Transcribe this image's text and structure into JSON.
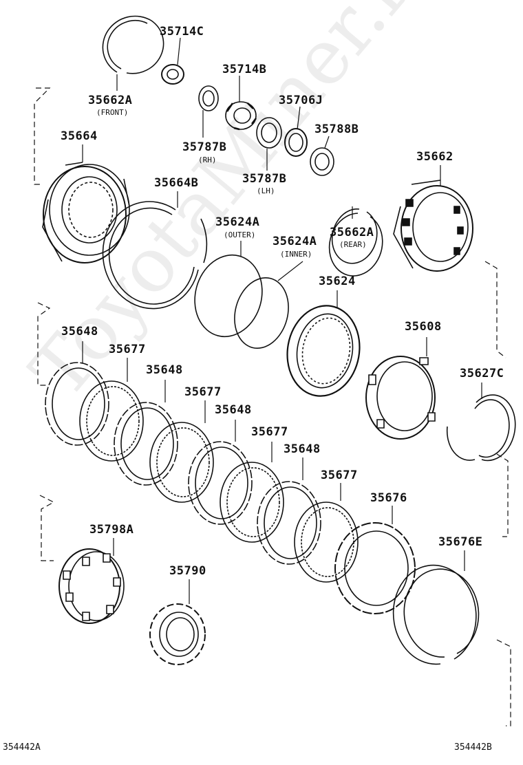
{
  "watermark": "ToyotaMiner.ru",
  "ref_left": "354442A",
  "ref_right": "354442B",
  "parts": {
    "p35714C": "35714C",
    "p35662A_front": "35662A",
    "p35662A_front_sub": "(FRONT)",
    "p35714B": "35714B",
    "p35706J": "35706J",
    "p35787B_rh": "35787B",
    "p35787B_rh_sub": "(RH)",
    "p35788B": "35788B",
    "p35664": "35664",
    "p35787B_lh": "35787B",
    "p35787B_lh_sub": "(LH)",
    "p35662": "35662",
    "p35664B": "35664B",
    "p35624A_outer": "35624A",
    "p35624A_outer_sub": "(OUTER)",
    "p35624A_inner": "35624A",
    "p35624A_inner_sub": "(INNER)",
    "p35662A_rear": "35662A",
    "p35662A_rear_sub": "(REAR)",
    "p35624": "35624",
    "p35608": "35608",
    "p35648_1": "35648",
    "p35677_1": "35677",
    "p35648_2": "35648",
    "p35677_2": "35677",
    "p35648_3": "35648",
    "p35677_3": "35677",
    "p35648_4": "35648",
    "p35677_4": "35677",
    "p35627C": "35627C",
    "p35676": "35676",
    "p35676E": "35676E",
    "p35798A": "35798A",
    "p35790": "35790"
  }
}
